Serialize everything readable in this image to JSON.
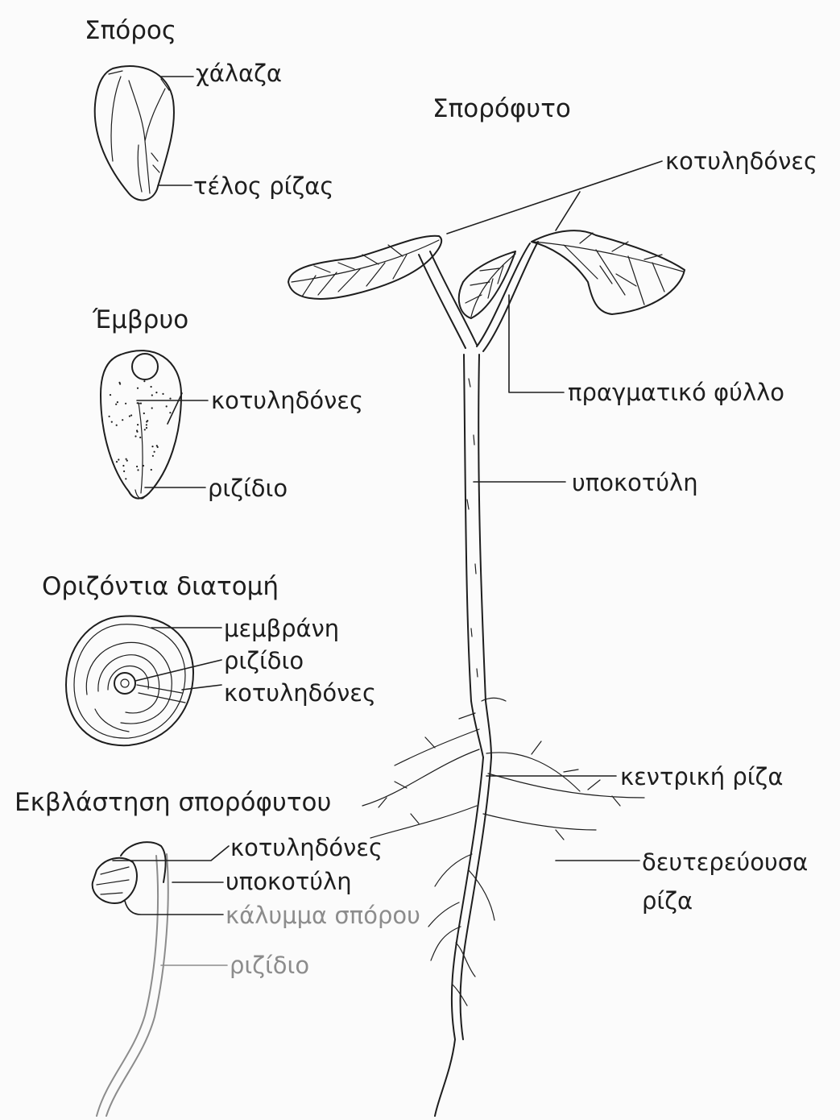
{
  "colors": {
    "ink": "#1e1e1e",
    "faded_ink": "#8c8c8c",
    "background": "#fbfbfb"
  },
  "sections": {
    "seed": {
      "title": "Σπόρος",
      "labels": {
        "chalaza": "χάλαζα",
        "root_end": "τέλος ρίζας"
      }
    },
    "embryo": {
      "title": "Έμβρυο",
      "labels": {
        "cotyledons": "κοτυληδόνες",
        "radicle": "ριζίδιο"
      }
    },
    "cross_section": {
      "title": "Οριζόντια διατομή",
      "labels": {
        "membrane": "μεμβράνη",
        "radicle": "ριζίδιο",
        "cotyledons": "κοτυληδόνες"
      }
    },
    "germination": {
      "title": "Εκβλάστηση σπορόφυτου",
      "labels": {
        "cotyledons": "κοτυληδόνες",
        "hypocotyl": "υποκοτύλη",
        "seed_coat": "κάλυμμα σπόρου",
        "radicle": "ριζίδιο"
      }
    },
    "sporophyte": {
      "title": "Σπορόφυτο",
      "labels": {
        "cotyledons": "κοτυληδόνες",
        "true_leaf": "πραγματικό φύλλο",
        "hypocotyl": "υποκοτύλη",
        "main_root": "κεντρική ρίζα",
        "secondary_root_line1": "δευτερεύουσα",
        "secondary_root_line2": "ρίζα"
      }
    }
  }
}
